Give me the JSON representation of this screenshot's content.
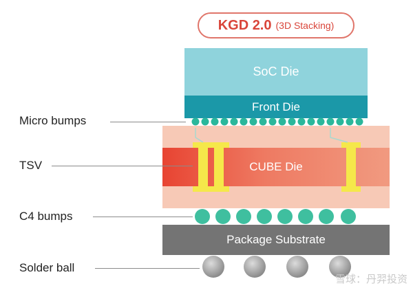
{
  "title": {
    "main": "KGD 2.0",
    "sub": "(3D Stacking)"
  },
  "layers": {
    "soc": "SoC Die",
    "front": "Front Die",
    "cube": "CUBE Die",
    "package": "Package Substrate"
  },
  "labels": {
    "micro_bumps": "Micro bumps",
    "tsv": "TSV",
    "c4_bumps": "C4 bumps",
    "solder_ball": "Solder ball"
  },
  "watermark": "雪球：丹羿投资",
  "colors": {
    "title_accent": "#d9453a",
    "soc_die": "#8fd3dc",
    "front_die": "#1b98a8",
    "cube_die": "#e84432",
    "cube_body": "#f7c9b6",
    "tsv": "#f5e84a",
    "micro_bump": "#2ab79b",
    "c4_bump": "#3fbf9f",
    "package": "#747474",
    "solder_ball": "#a0a0a0"
  }
}
